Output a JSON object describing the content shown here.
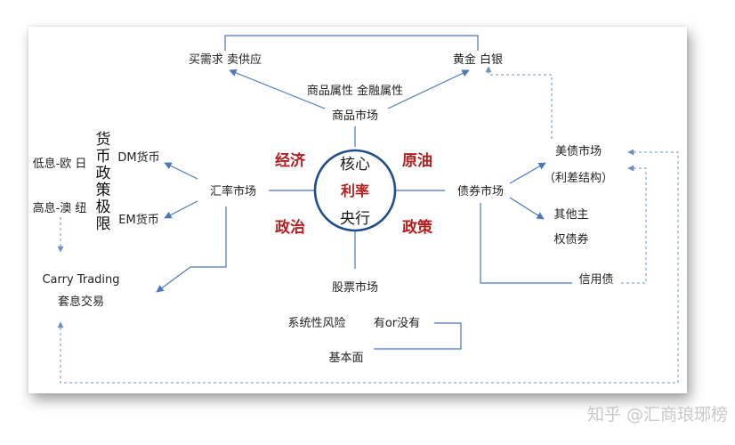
{
  "diagram": {
    "hub": {
      "top": "核心",
      "middle": "利率",
      "bottom": "央行"
    },
    "quadrants": {
      "top_left": "经济",
      "top_right": "原油",
      "bottom_left": "政治",
      "bottom_right": "政策"
    },
    "commodity": {
      "market": "商品市场",
      "attributes": "商品属性 金融属性",
      "supply_demand": "买需求 卖供应",
      "gold_silver": "黄金 白银"
    },
    "fx": {
      "market": "汇率市场",
      "dm": "DM货币",
      "em": "EM货币",
      "policy_limit": "货币政策极限",
      "low_rate": "低息-欧 日",
      "high_rate": "高息-澳 纽",
      "carry_en": "Carry Trading",
      "carry_cn": "套息交易"
    },
    "bond": {
      "market": "债券市场",
      "treasury": "美债市场",
      "spread": "（利差结构）",
      "other_line1": "其他主",
      "other_line2": "权债券",
      "credit": "信用债"
    },
    "stock": {
      "market": "股票市场",
      "systemic": "系统性风险",
      "has_or_not": "有or没有",
      "fundamentals": "基本面"
    }
  },
  "watermark": "知乎 @汇商琅琊榜",
  "colors": {
    "line": "#4a78b8",
    "hub_circle": "#1f4e8c",
    "red_text": "#b31e1e",
    "dashed": "#6e8fc4"
  }
}
